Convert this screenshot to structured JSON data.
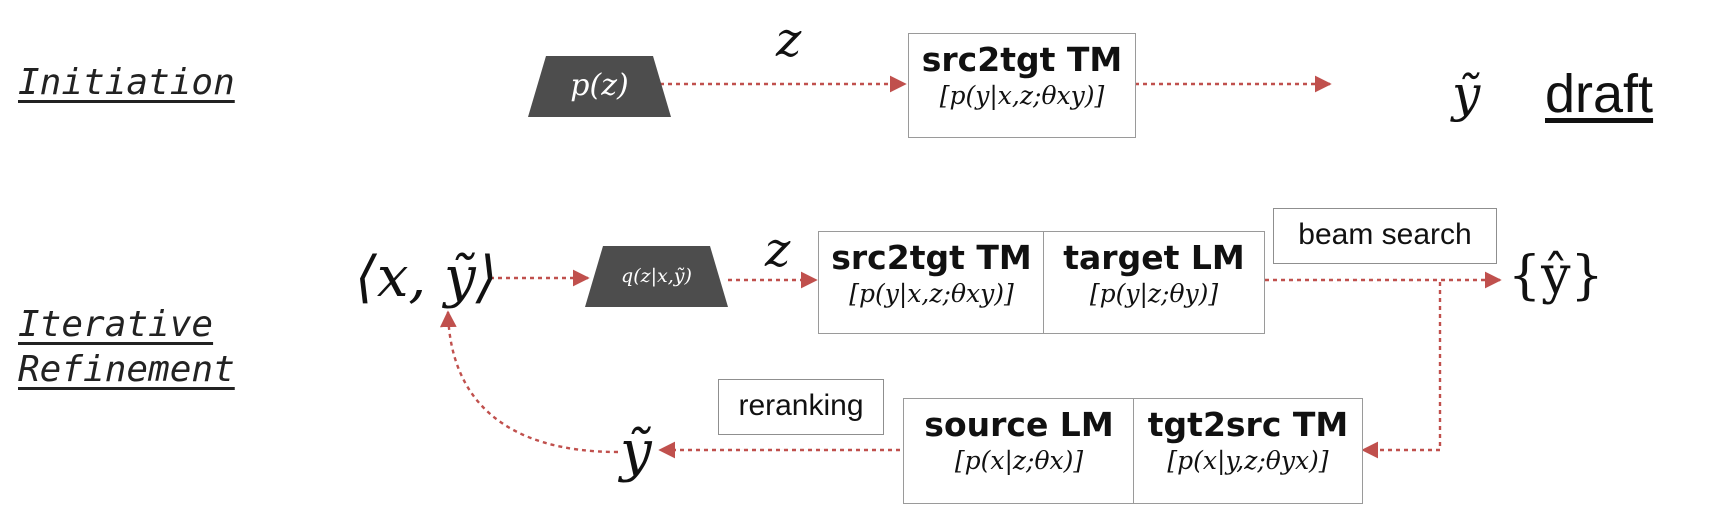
{
  "sections": {
    "initiation": "Initiation",
    "iterative_line1": "Iterative",
    "iterative_line2": "Refinement"
  },
  "initiation": {
    "prior": "p(z)",
    "latent": "z",
    "tm_title": "src2tgt TM",
    "tm_formula": "[p(y|x,z;θxy)]",
    "output": "ỹ",
    "draft": "draft"
  },
  "refinement": {
    "input": "⟨x, ỹ⟩",
    "posterior": "q(z|x,ỹ)",
    "latent": "z",
    "tm_title": "src2tgt TM",
    "tm_formula": "[p(y|x,z;θxy)]",
    "lm_title": "target LM",
    "lm_formula": "[p(y|z;θy)]",
    "beam_search": "beam search",
    "candidates": "{ŷ}",
    "rerank_label": "reranking",
    "source_lm_title": "source LM",
    "source_lm_formula": "[p(x|z;θx)]",
    "tgt2src_title": "tgt2src TM",
    "tgt2src_formula": "[p(x|y,z;θyx)]",
    "output": "ỹ"
  },
  "colors": {
    "arrow": "#c0504d",
    "trapezoid": "#4d4d4d",
    "box_border": "#9a9a9a"
  }
}
